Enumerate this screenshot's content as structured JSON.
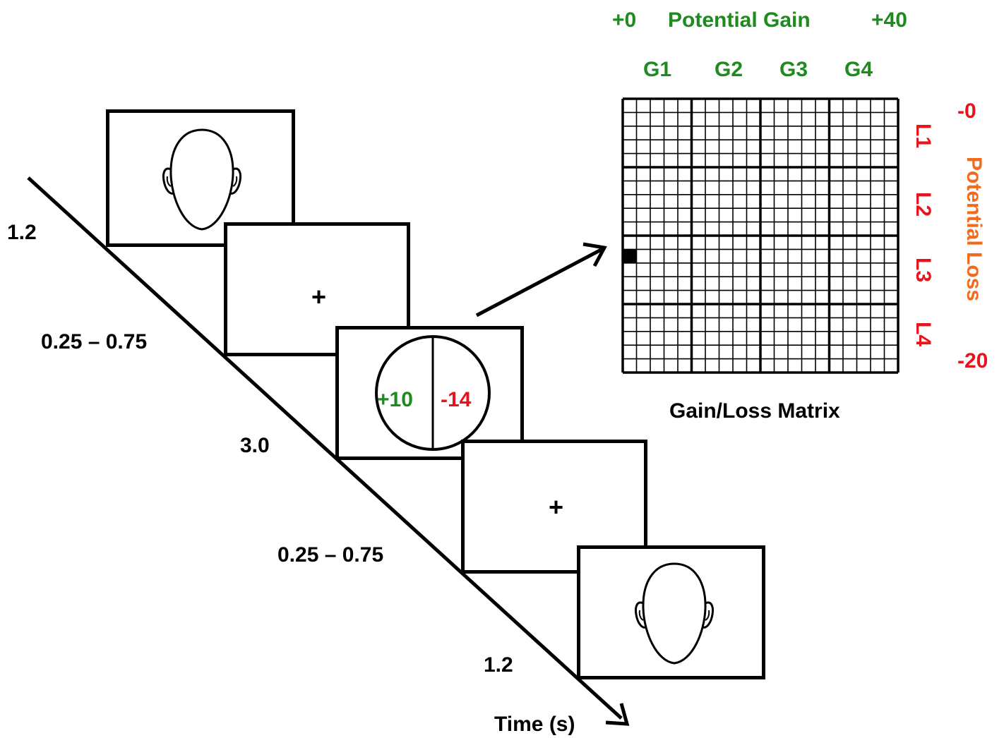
{
  "timeline": {
    "axis_label": "Time (s)",
    "durations": [
      "1.2",
      "0.25 – 0.75",
      "3.0",
      "0.25 – 0.75",
      "1.2"
    ]
  },
  "screens": {
    "fixation_symbol": "+",
    "offer_gain": "+10",
    "offer_loss": "-14",
    "face_icon": "face-outline-icon"
  },
  "matrix": {
    "title": "Gain/Loss Matrix",
    "gain_axis": {
      "title": "Potential Gain",
      "min_label": "+0",
      "max_label": "+40",
      "columns": [
        "G1",
        "G2",
        "G3",
        "G4"
      ]
    },
    "loss_axis": {
      "title": "Potential Loss",
      "min_label": "-0",
      "max_label": "-20",
      "rows": [
        "L1",
        "L2",
        "L3",
        "L4"
      ]
    },
    "grid_size": 20,
    "highlighted_cell": {
      "row": 11,
      "col": 0
    }
  },
  "colors": {
    "gain": "#1f8a1f",
    "loss": "#e8141d",
    "loss_axis_title": "#f26b1d",
    "ink": "#000000"
  }
}
